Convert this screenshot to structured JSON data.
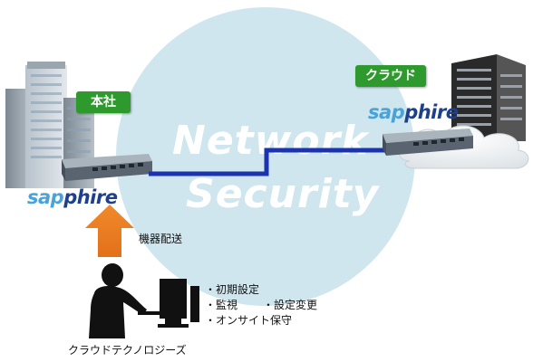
{
  "watermark": {
    "line1": "Network",
    "line2": "Security"
  },
  "hq": {
    "badge": "本社"
  },
  "cloud": {
    "badge": "クラウド"
  },
  "brand": {
    "name_light": "sap",
    "name_dark": "phire"
  },
  "delivery": {
    "label": "機器配送"
  },
  "services": {
    "items": [
      "・初期設定",
      "・監視",
      "・設定変更",
      "・オンサイト保守"
    ]
  },
  "company": {
    "name": "クラウドテクノロジーズ"
  },
  "colors": {
    "badge_green": "#2e9a2e",
    "line_blue": "#1c33b0",
    "arrow_orange": "#ee7d1c",
    "circle_bg": "#cfe6ef"
  }
}
